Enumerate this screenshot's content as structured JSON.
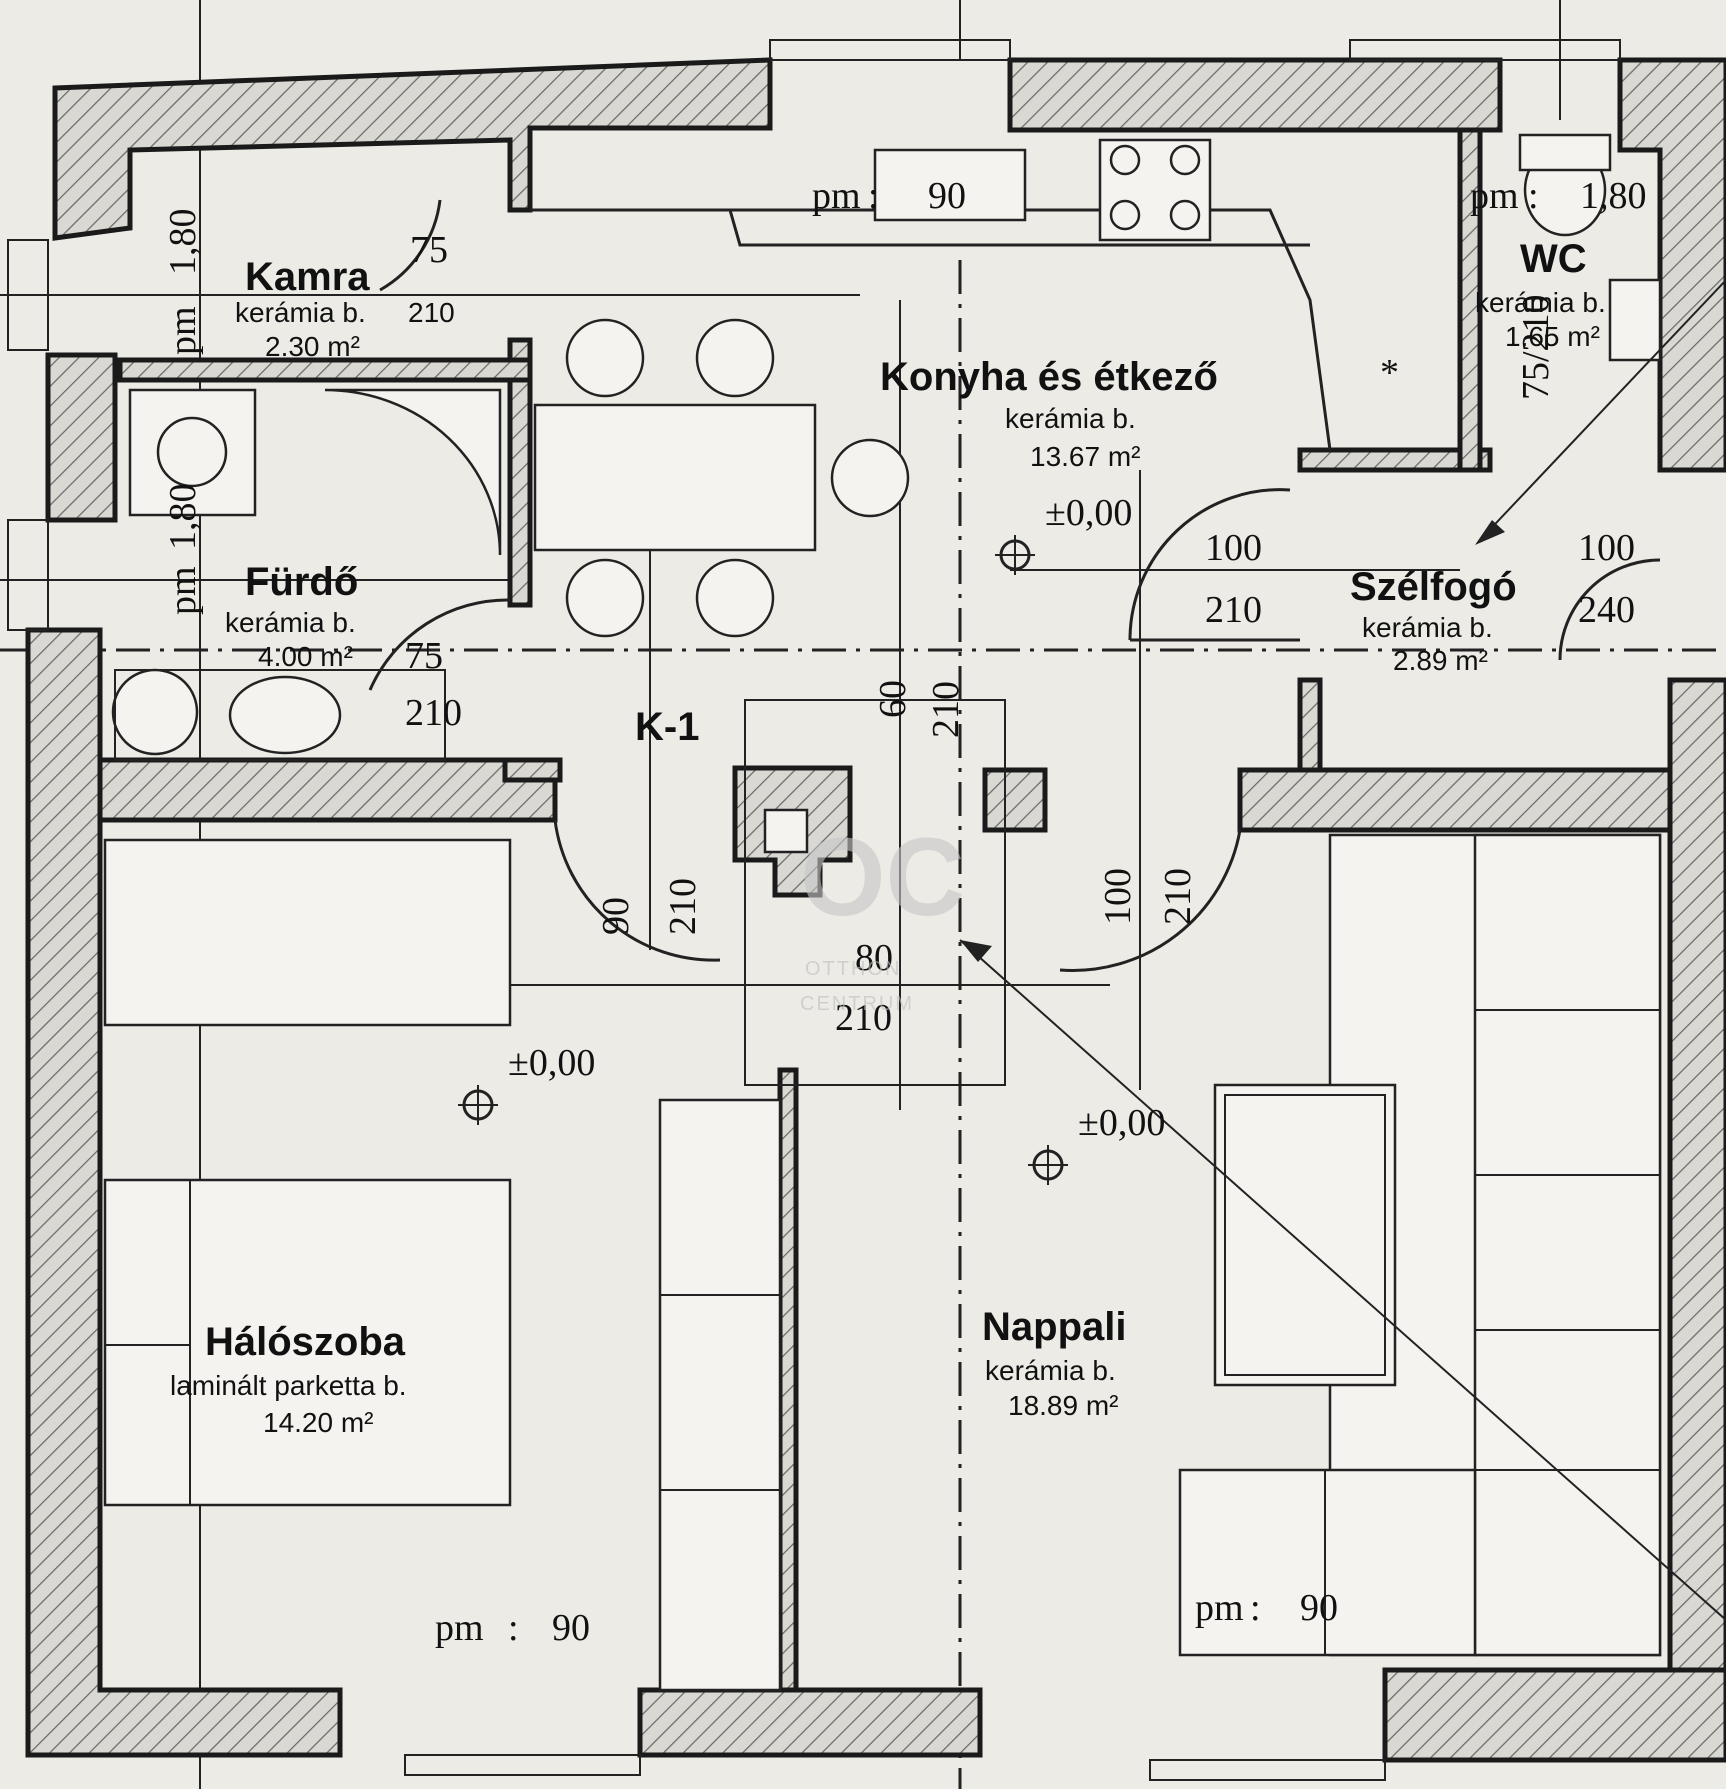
{
  "rooms": {
    "kamra": {
      "name": "Kamra",
      "floor": "kerámia b.",
      "height": "210",
      "area": "2.30 m²"
    },
    "konyha": {
      "name": "Konyha és étkező",
      "floor": "kerámia b.",
      "area": "13.67 m²"
    },
    "wc": {
      "name": "WC",
      "floor": "kerámia b.",
      "area": "1.65 m²"
    },
    "furdo": {
      "name": "Fürdő",
      "floor": "kerámia b.",
      "area": "4.00 m²"
    },
    "szelfogo": {
      "name": "Szélfogó",
      "floor": "kerámia b.",
      "area": "2.89 m²"
    },
    "halo": {
      "name": "Hálószoba",
      "floor": "laminált parketta b.",
      "area": "14.20 m²"
    },
    "nappali": {
      "name": "Nappali",
      "floor": "kerámia b.",
      "area": "18.89 m²"
    }
  },
  "labels": {
    "k1": "K-1",
    "pm": "pm",
    "colon": ":",
    "pm90": "90",
    "pm180": "1,80",
    "level": "±0,00"
  },
  "dims": {
    "d75": "75",
    "d210": "210",
    "d100": "100",
    "d240": "240",
    "d60": "60",
    "d90": "90",
    "d80": "80",
    "d7521": "75/210"
  },
  "watermark": {
    "logo": "OC",
    "line1": "OTTHON",
    "line2": "CENTRUM"
  }
}
